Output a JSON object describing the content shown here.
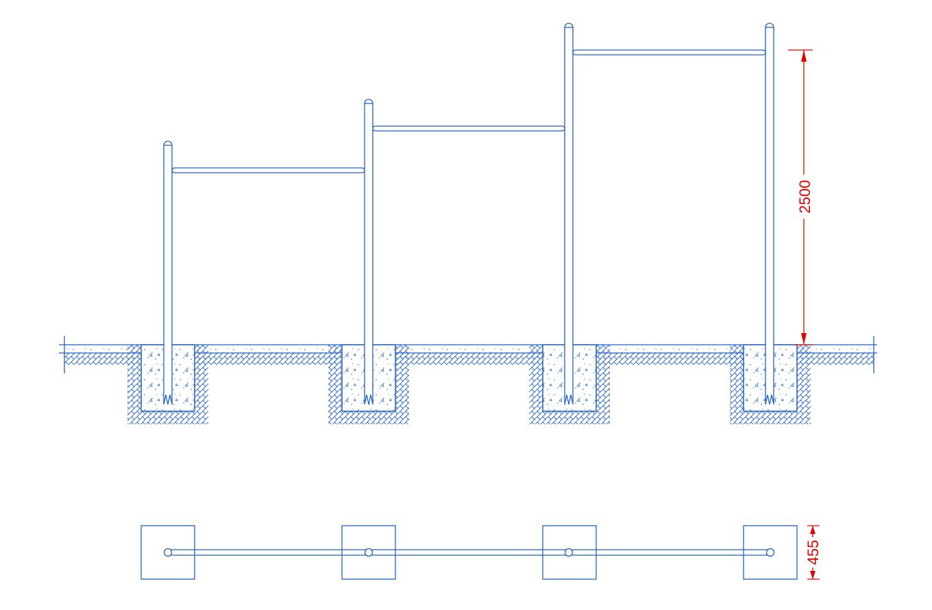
{
  "colors": {
    "line": "#1f5fbf",
    "dimension": "#e00000",
    "background": "#ffffff"
  },
  "elevation": {
    "post_count": 4,
    "bar_count": 3,
    "height_dimension": "2500"
  },
  "plan": {
    "footing_count": 4,
    "footing_dimension": "455"
  }
}
